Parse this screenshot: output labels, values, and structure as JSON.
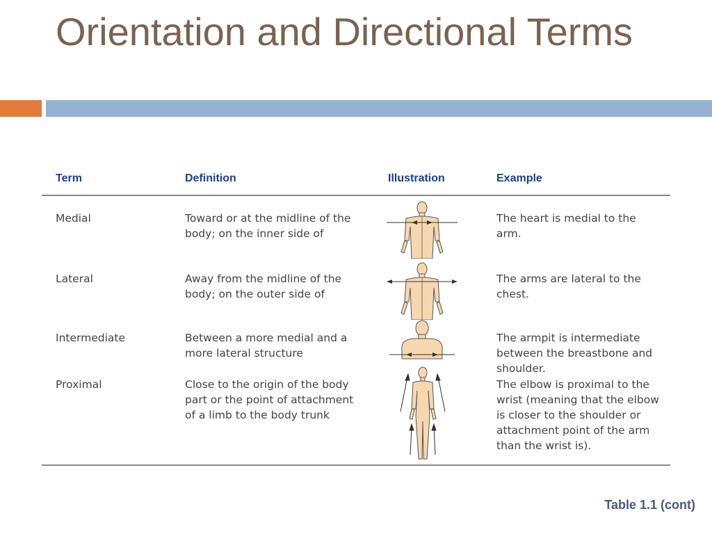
{
  "slide": {
    "title": "Orientation and Directional Terms",
    "caption": "Table 1.1 (cont)"
  },
  "table": {
    "headers": [
      "Term",
      "Definition",
      "Illustration",
      "Example"
    ],
    "rows": [
      {
        "term": "Medial",
        "definition": "Toward or at the midline of the body; on the inner side of",
        "illustration": "upper-body-medial-arrows",
        "example": "The heart is medial to the arm."
      },
      {
        "term": "Lateral",
        "definition": "Away from the midline of the body; on the outer side of",
        "illustration": "upper-body-lateral-arrows",
        "example": "The arms are lateral to the chest."
      },
      {
        "term": "Intermediate",
        "definition": "Between a more medial and a more lateral structure",
        "illustration": "bust-intermediate-arrows",
        "example": "The armpit is intermediate between the breastbone and shoulder."
      },
      {
        "term": "Proximal",
        "definition": "Close to the origin of the body part or the point of attachment of a limb to the body trunk",
        "illustration": "full-body-proximal-arrows",
        "example": "The elbow is proximal to the wrist (meaning that the elbow is closer to the shoulder or attachment point of the arm than the wrist is)."
      }
    ]
  },
  "colors": {
    "title": "#7a6352",
    "accent_orange": "#e07b3c",
    "accent_blue": "#95b3d1",
    "header_text": "#1d3f8c",
    "skin": "#f6d7b0"
  }
}
